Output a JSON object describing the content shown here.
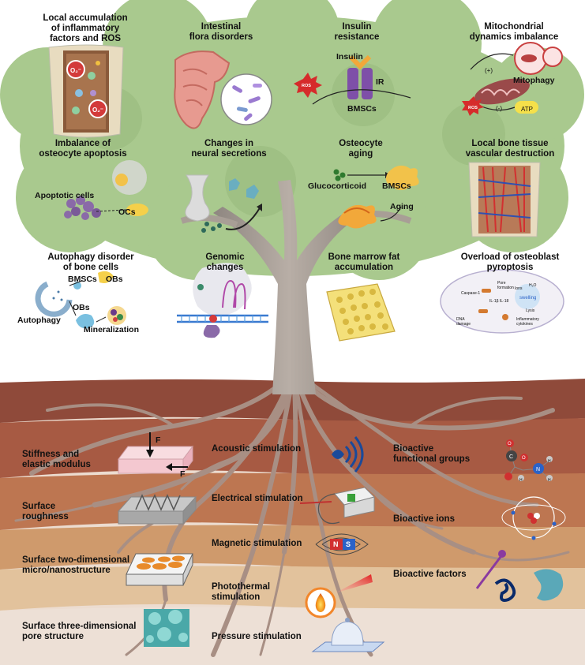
{
  "tree_labels": {
    "inflammatory": "Local accumulation\nof inflammatory\nfactors and ROS",
    "flora": "Intestinal\nflora disorders",
    "insulin_resistance": "Insulin\nresistance",
    "insulin": "Insulin",
    "ir": "IR",
    "bmscs_insulin": "BMSCs",
    "ros": "ROS",
    "mito_dynamics": "Mitochondrial\ndynamics imbalance",
    "mitophagy": "Mitophagy",
    "plus": "(+)",
    "minus": "(-)",
    "atp": "ATP",
    "ros_mito": "ROS",
    "apoptosis": "Imbalance of\nosteocyte apoptosis",
    "apoptotic_cells": "Apoptotic cells",
    "ocs": "OCs",
    "neural": "Changes in\nneural secretions",
    "osteocyte_aging": "Osteocyte\naging",
    "glucocorticoid": "Glucocorticoid",
    "bmscs_aging": "BMSCs",
    "aging": "Aging",
    "vascular": "Local bone tissue\nvascular destruction",
    "autophagy_disorder": "Autophagy disorder\nof bone cells",
    "bmscs_auto": "BMSCs",
    "obs_top": "OBs",
    "obs_mid": "OBs",
    "autophagy": "Autophagy",
    "mineralization": "Mineralization",
    "genomic": "Genomic\nchanges",
    "fat": "Bone marrow fat\naccumulation",
    "pyroptosis": "Overload of osteoblast\npyroptosis",
    "pyro_pore": "Pore\nformation",
    "pyro_casp": "Caspase-1",
    "pyro_il": "IL-1β IL-18",
    "pyro_dna": "DNA\ndamage",
    "pyro_cyto": "Inflammatory\ncytokines",
    "pyro_h2o": "H₂O",
    "pyro_swelling": "swelling",
    "pyro_ions": "Ions",
    "pyro_lysis": "Lysis"
  },
  "root_labels": {
    "stiffness": "Stiffness and\nelastic modulus",
    "force_f1": "F",
    "force_f2": "F",
    "roughness": "Surface\nroughness",
    "two_d": "Surface two-dimensional\nmicro/nanostructure",
    "three_d": "Surface three-dimensional\npore structure",
    "acoustic": "Acoustic stimulation",
    "electrical": "Electrical stimulation",
    "magnetic": "Magnetic stimulation",
    "magnet_n": "N",
    "magnet_s": "S",
    "photothermal": "Photothermal\nstimulation",
    "pressure": "Pressure stimulation",
    "functional": "Bioactive\nfunctional groups",
    "ions": "Bioactive ions",
    "factors": "Bioactive factors",
    "atom_o1": "O",
    "atom_c": "C",
    "atom_o2": "O",
    "atom_n": "N",
    "atom_h1": "H",
    "atom_h2": "H",
    "atom_h3": "H",
    "o2_sup": "O₂⁻",
    "o2_sup2": "O₂⁻"
  },
  "colors": {
    "foliage": "#a9c98e",
    "foliage_dark": "#8fb575",
    "trunk": "#a89e96",
    "soil_top": "#8f4a3a",
    "soil_mid": "#b46a4d",
    "soil_low": "#c98c66",
    "soil_tan": "#dcb68a",
    "soil_base": "#ecdcd0",
    "root": "#a88f84"
  }
}
